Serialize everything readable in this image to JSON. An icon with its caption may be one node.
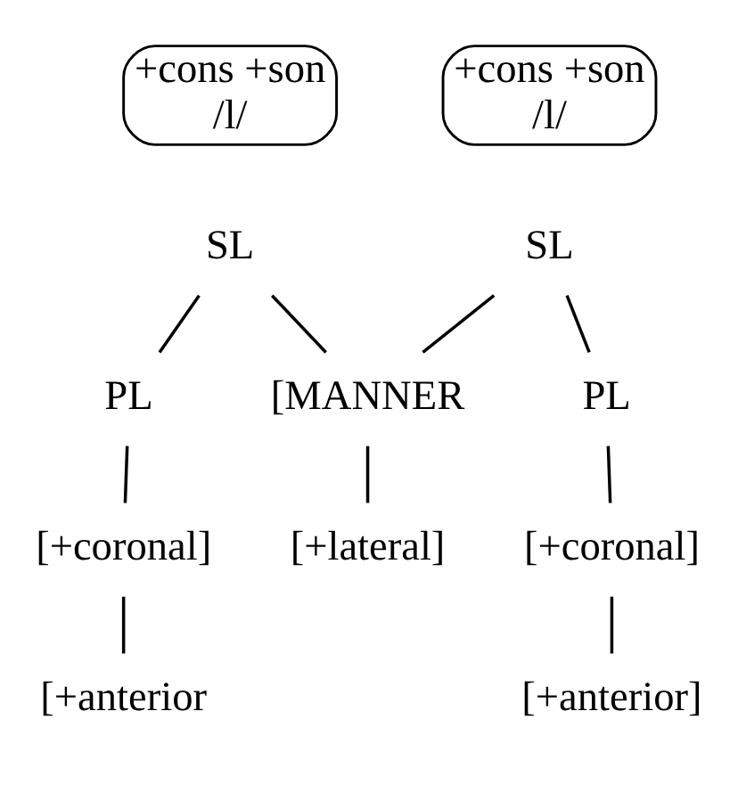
{
  "diagram": {
    "nodes": [
      {
        "text": [
          "+cons +son",
          "/l/"
        ]
      },
      {
        "text": [
          "+cons +son",
          "/l/"
        ]
      },
      {
        "text": [
          "SL"
        ]
      },
      {
        "text": [
          "SL"
        ]
      },
      {
        "text": [
          "[MANNER"
        ]
      },
      {
        "text": [
          "[+lateral]"
        ]
      },
      {
        "text": [
          "PL"
        ]
      },
      {
        "text": [
          "PL"
        ]
      },
      {
        "text": [
          "[+coronal]"
        ]
      },
      {
        "text": [
          "[+anterior"
        ]
      },
      {
        "text": [
          "[+coronal]"
        ]
      },
      {
        "text": [
          "[+anterior]"
        ]
      }
    ],
    "edges": [
      {
        "from": 2,
        "to": 6,
        "arrow": "none"
      },
      {
        "from": 2,
        "to": 4,
        "arrow": "none"
      },
      {
        "from": 3,
        "to": 4,
        "arrow": "none"
      },
      {
        "from": 3,
        "to": 7,
        "arrow": "none"
      },
      {
        "from": 4,
        "to": 5,
        "arrow": "none"
      },
      {
        "from": 6,
        "to": 8,
        "arrow": "none"
      },
      {
        "from": 8,
        "to": 9,
        "arrow": "none"
      },
      {
        "from": 7,
        "to": 10,
        "arrow": "none"
      },
      {
        "from": 10,
        "to": 11,
        "arrow": "none"
      }
    ]
  }
}
